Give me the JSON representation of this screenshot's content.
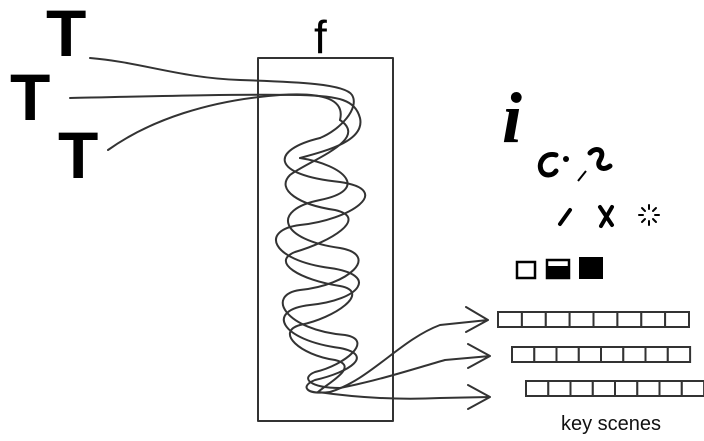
{
  "labels": {
    "t_top": "T",
    "t_middle": "T",
    "t_bottom": "T",
    "f": "f",
    "i": "i",
    "caption": "key scenes"
  },
  "icons": [
    "cut-pieces-icon",
    "slash-icon",
    "cross-icon",
    "spark-icon",
    "empty-square-icon",
    "half-filled-square-icon",
    "filled-square-icon"
  ],
  "timelines": {
    "count": 3,
    "cells_per_timeline": 8
  },
  "colors": {
    "ink": "#000000",
    "stroke": "#333333",
    "background": "#ffffff"
  }
}
